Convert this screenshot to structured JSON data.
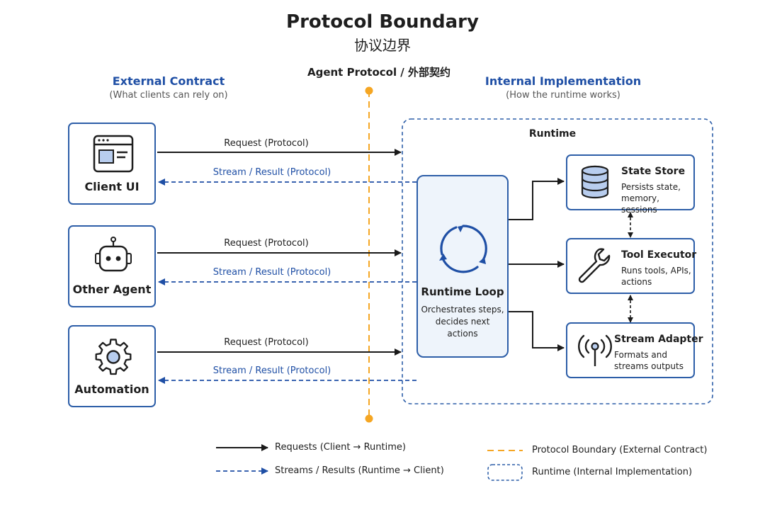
{
  "header": {
    "title": "Protocol Boundary",
    "subtitle_cn": "协议边界",
    "boundary_label": "Agent Protocol / 外部契约"
  },
  "external": {
    "heading": "External Contract",
    "sub": "(What clients can rely on)"
  },
  "internal": {
    "heading": "Internal Implementation",
    "sub": "(How the runtime works)"
  },
  "clients": [
    {
      "label": "Client UI",
      "icon": "browser-window-icon"
    },
    {
      "label": "Other Agent",
      "icon": "robot-icon"
    },
    {
      "label": "Automation",
      "icon": "gear-icon"
    }
  ],
  "arrows": {
    "request_label": "Request (Protocol)",
    "stream_label": "Stream / Result (Protocol)"
  },
  "runtime": {
    "title": "Runtime",
    "loop": {
      "title": "Runtime Loop",
      "desc": "Orchestrates steps, decides next actions",
      "icon": "cycle-arrows-icon"
    },
    "components": [
      {
        "title": "State Store",
        "desc": "Persists state, memory, sessions",
        "icon": "database-icon"
      },
      {
        "title": "Tool Executor",
        "desc": "Runs tools, APIs, actions",
        "icon": "wrench-icon"
      },
      {
        "title": "Stream Adapter",
        "desc": "Formats and streams outputs",
        "icon": "antenna-icon"
      }
    ]
  },
  "legend": {
    "requests": "Requests (Client → Runtime)",
    "streams": "Streams / Results (Runtime → Client)",
    "boundary": "Protocol Boundary (External Contract)",
    "runtime": "Runtime (Internal Implementation)"
  },
  "colors": {
    "accent_blue": "#2d5ea8",
    "dashed_blue": "#1f4fa5",
    "boundary_orange": "#f5a623",
    "loop_fill": "#eef4fb"
  }
}
